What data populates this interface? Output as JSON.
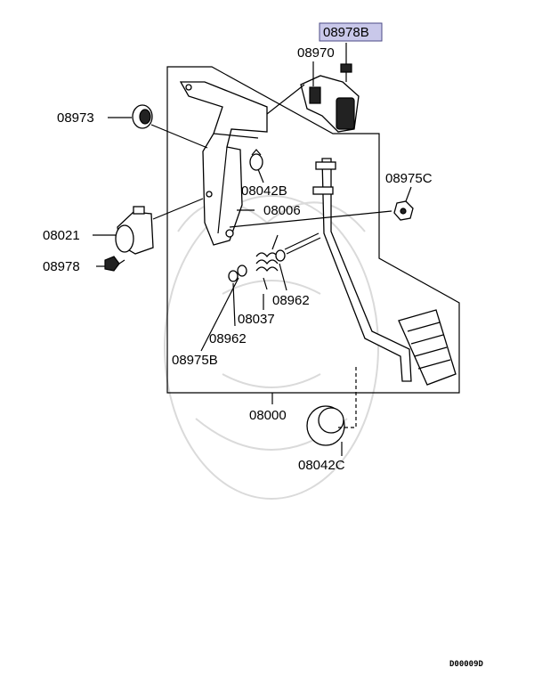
{
  "diagram": {
    "labels": {
      "p08978B": "08978B",
      "p08970": "08970",
      "p08973": "08973",
      "p08042B": "08042B",
      "p08975C": "08975C",
      "p08006": "08006",
      "p08021": "08021",
      "p08978": "08978",
      "p08962a": "08962",
      "p08037": "08037",
      "p08962b": "08962",
      "p08975B": "08975B",
      "p08000": "08000",
      "p08042C": "08042C"
    },
    "highlighted_part": "08978B",
    "highlight_color": "#c9c8ea",
    "diagram_code": "D00009D"
  }
}
